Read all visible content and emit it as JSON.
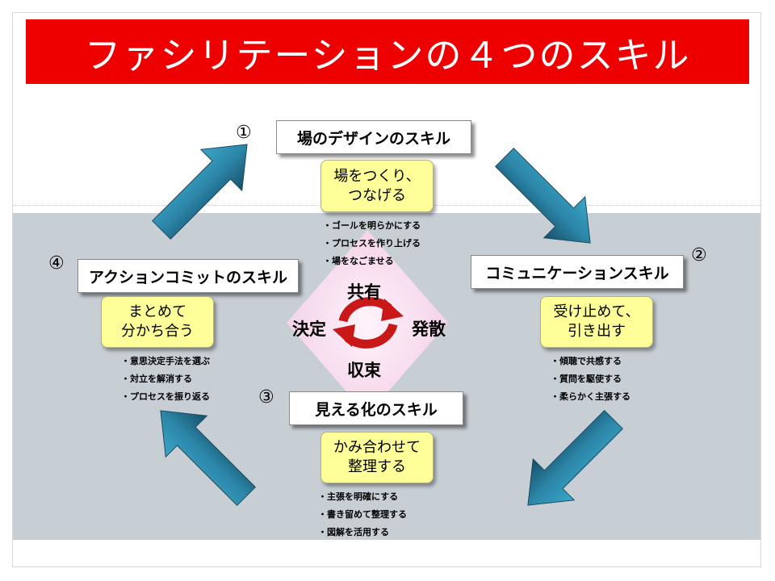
{
  "title": "ファシリテーションの４つのスキル",
  "skills": {
    "design": {
      "number": "①",
      "name": "場のデザインのスキル",
      "summary_lines": [
        "場をつくり、",
        "つなげる"
      ],
      "bullets": [
        "・ゴールを明らかにする",
        "・プロセスを作り上げる",
        "・場をなごませる"
      ]
    },
    "communication": {
      "number": "②",
      "name": "コミュニケーションスキル",
      "summary_lines": [
        "受け止めて、",
        "引き出す"
      ],
      "bullets": [
        "・傾聴で共感する",
        "・質問を駆使する",
        "・柔らかく主張する"
      ]
    },
    "visualization": {
      "number": "③",
      "name": "見える化のスキル",
      "summary_lines": [
        "かみ合わせて",
        "整理する"
      ],
      "bullets": [
        "・主張を明確にする",
        "・書き留めて整理する",
        "・図解を活用する"
      ]
    },
    "commitment": {
      "number": "④",
      "name": "アクションコミットのスキル",
      "summary_lines": [
        "まとめて",
        "分かち合う"
      ],
      "bullets": [
        "・意思決定手法を選ぶ",
        "・対立を解消する",
        "・プロセスを振り返る"
      ]
    }
  },
  "center_cycle": {
    "top": "共有",
    "right": "発散",
    "bottom": "収束",
    "left": "決定"
  },
  "colors": {
    "title_bg": "#ee0000",
    "panel_bg": "#c7cfd5",
    "summary_bg": "#ffff99",
    "arrow_dark": "#1d5c78",
    "arrow_light": "#3aa6c8",
    "cycle_red": "#d02020",
    "diamond_pink": "#f7d8ec"
  },
  "icons": [
    "big-arrow-icon",
    "cycle-arrows-icon"
  ]
}
